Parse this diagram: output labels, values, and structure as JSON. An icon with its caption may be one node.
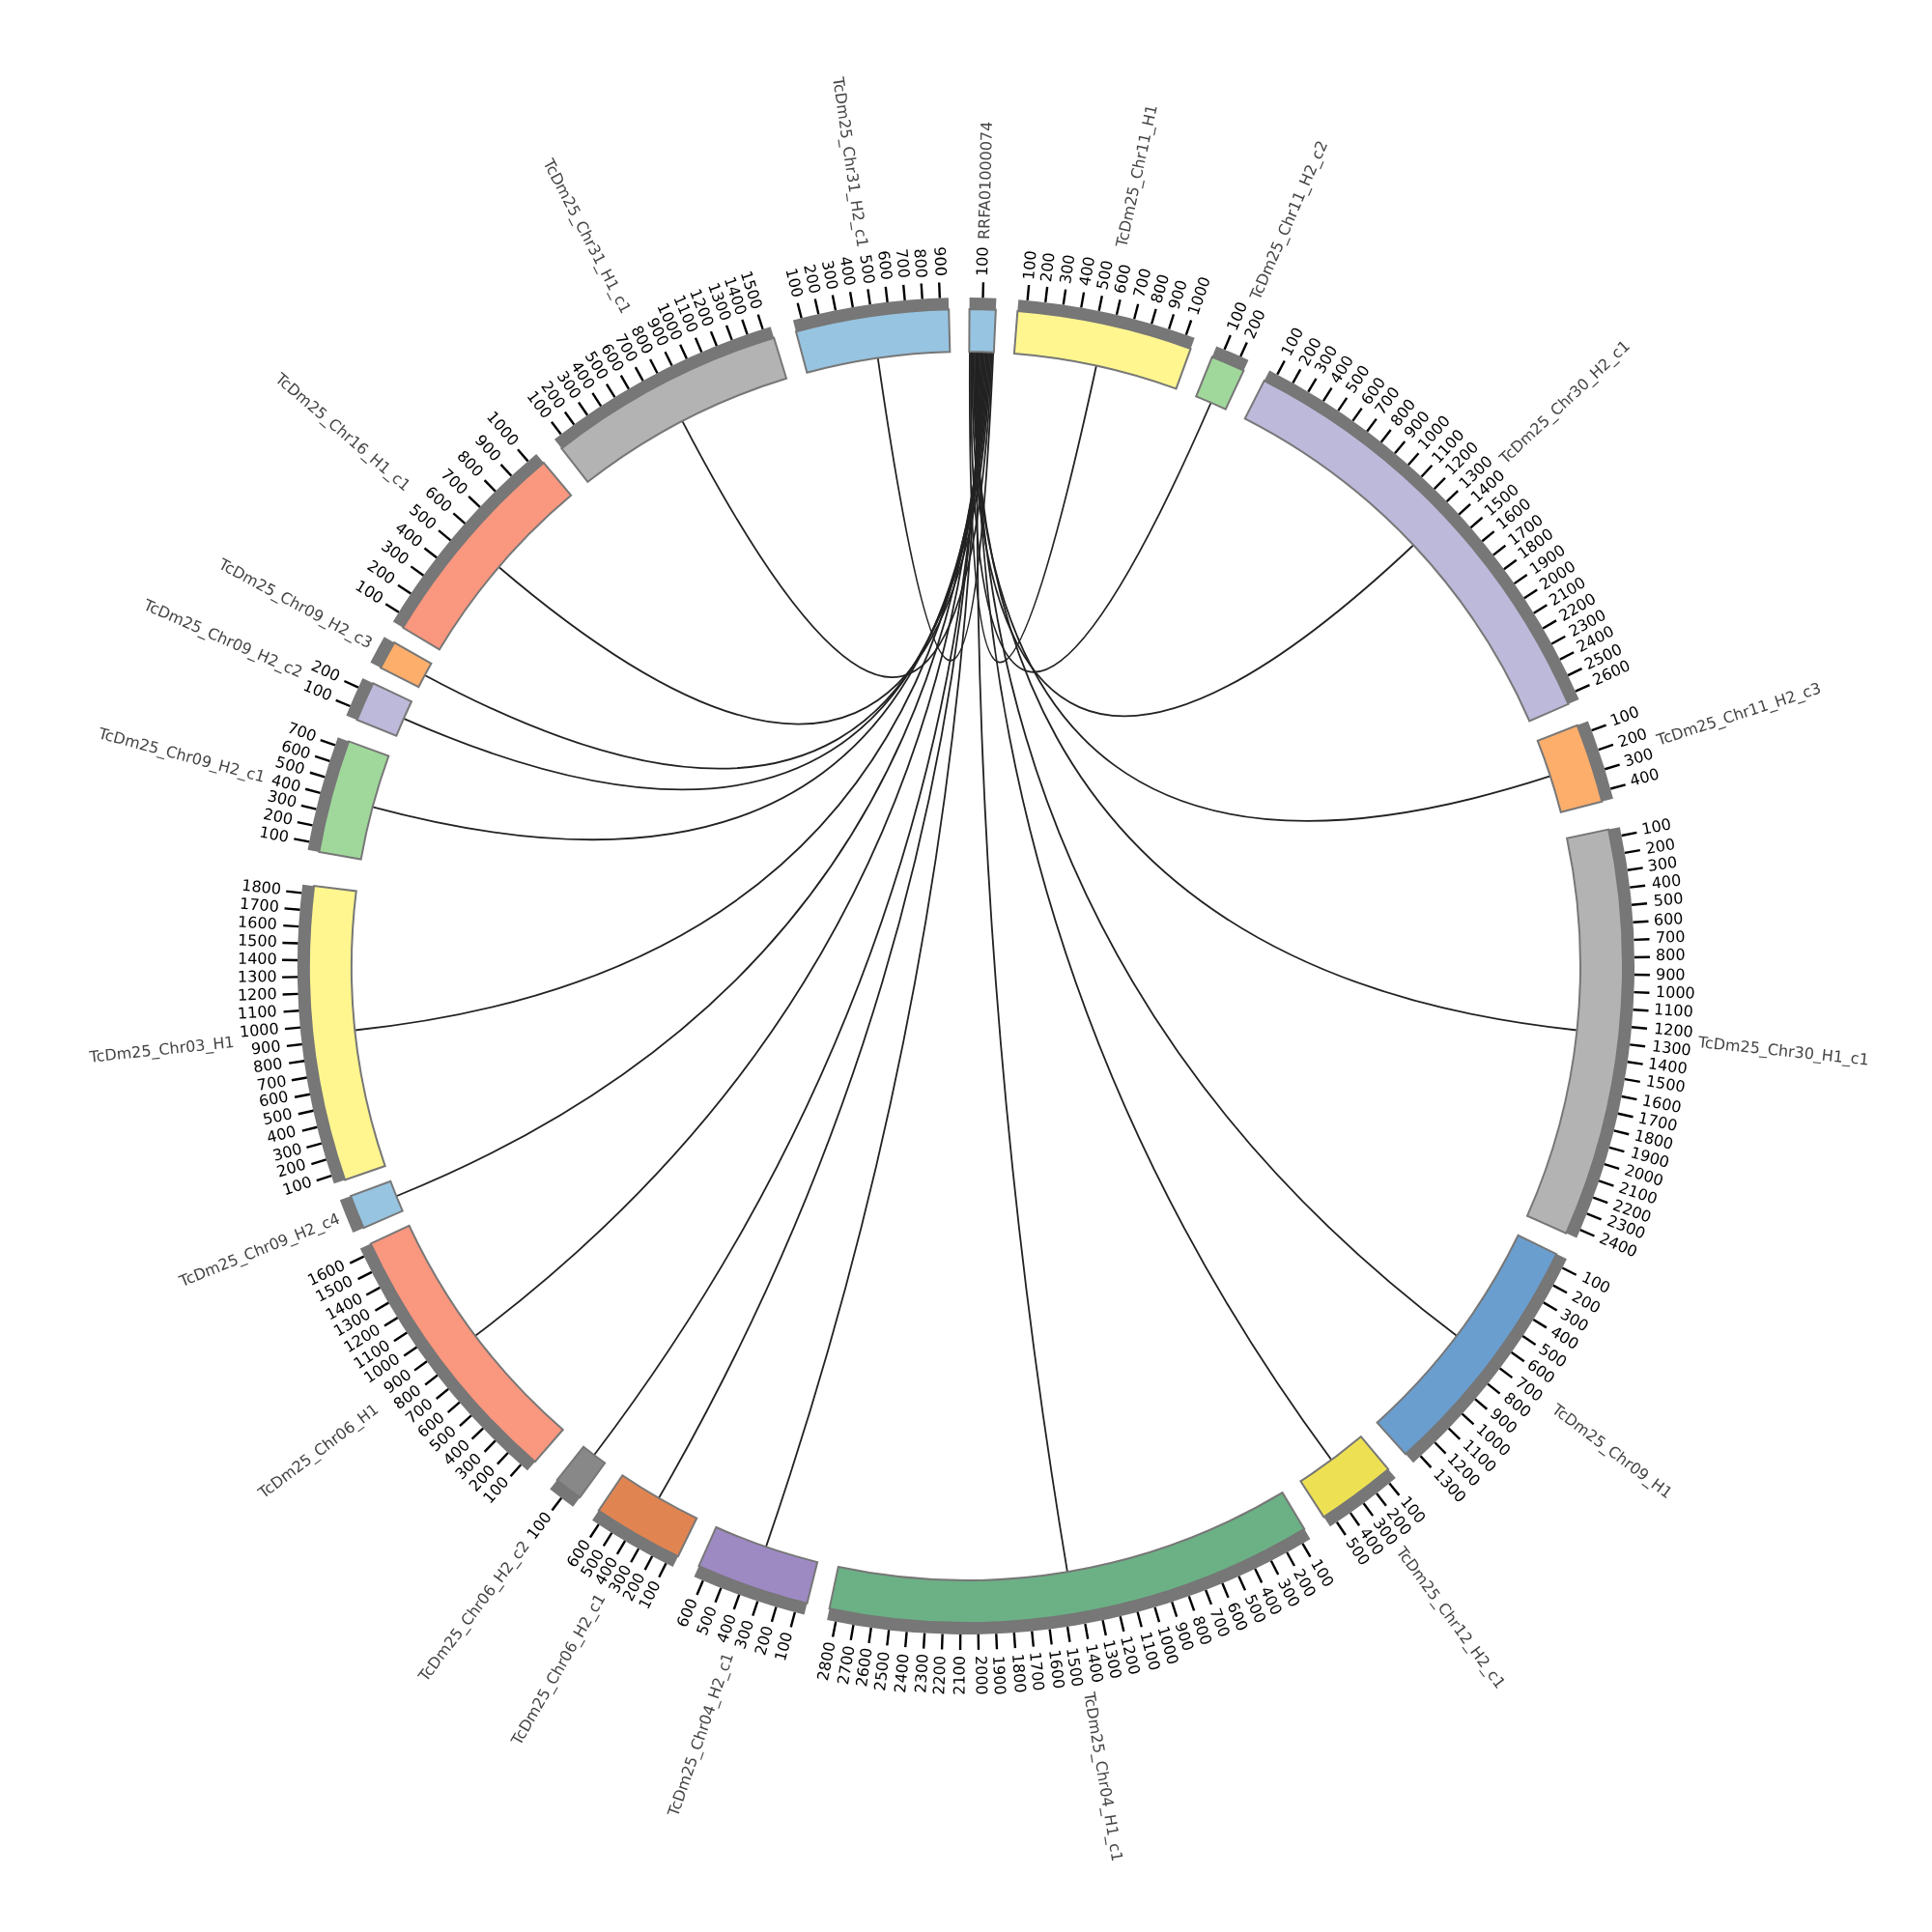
{
  "diagram": {
    "nodes": [
      {
        "text": [
          "RRFA01000074"
        ],
        "beside": [
          "100"
        ]
      },
      {
        "text": [
          "TcDm25_Chr11_H1"
        ],
        "beside": [
          "100",
          "200",
          "300",
          "400",
          "500",
          "600",
          "700",
          "800",
          "900",
          "1000"
        ]
      },
      {
        "text": [
          "TcDm25_Chr11_H2_c2"
        ],
        "beside": [
          "100",
          "200"
        ]
      },
      {
        "text": [
          "TcDm25_Chr30_H2_c1"
        ],
        "beside": [
          "100",
          "200",
          "300",
          "400",
          "500",
          "600",
          "700",
          "800",
          "900",
          "1000",
          "1100",
          "1200",
          "1300",
          "1400",
          "1500",
          "1600",
          "1700",
          "1800",
          "1900",
          "2000",
          "2100",
          "2200",
          "2300",
          "2400",
          "2500",
          "2600"
        ]
      },
      {
        "text": [
          "TcDm25_Chr11_H2_c3"
        ],
        "beside": [
          "100",
          "200",
          "300",
          "400"
        ]
      },
      {
        "text": [
          "TcDm25_Chr30_H1_c1"
        ],
        "beside": [
          "100",
          "200",
          "300",
          "400",
          "500",
          "600",
          "700",
          "800",
          "900",
          "1000",
          "1100",
          "1200",
          "1300",
          "1400",
          "1500",
          "1600",
          "1700",
          "1800",
          "1900",
          "2000",
          "2100",
          "2200",
          "2300",
          "2400"
        ]
      },
      {
        "text": [
          "TcDm25_Chr09_H1"
        ],
        "beside": [
          "100",
          "200",
          "300",
          "400",
          "500",
          "600",
          "700",
          "800",
          "900",
          "1000",
          "1100",
          "1200",
          "1300"
        ]
      },
      {
        "text": [
          "TcDm25_Chr12_H2_c1"
        ],
        "beside": [
          "100",
          "200",
          "300",
          "400",
          "500"
        ]
      },
      {
        "text": [
          "TcDm25_Chr04_H1_c1"
        ],
        "beside": [
          "100",
          "200",
          "300",
          "400",
          "500",
          "600",
          "700",
          "800",
          "900",
          "1000",
          "1100",
          "1200",
          "1300",
          "1400",
          "1500",
          "1600",
          "1700",
          "1800",
          "1900",
          "2000",
          "2100",
          "2200",
          "2300",
          "2400",
          "2500",
          "2600",
          "2700",
          "2800"
        ]
      },
      {
        "text": [
          "TcDm25_Chr04_H2_c1"
        ],
        "beside": [
          "100",
          "200",
          "300",
          "400",
          "500",
          "600"
        ]
      },
      {
        "text": [
          "TcDm25_Chr06_H2_c1"
        ],
        "beside": [
          "100",
          "200",
          "300",
          "400",
          "500",
          "600"
        ]
      },
      {
        "text": [
          "TcDm25_Chr06_H2_c2"
        ],
        "beside": [
          "100"
        ]
      },
      {
        "text": [
          "TcDm25_Chr06_H1"
        ],
        "beside": [
          "100",
          "200",
          "300",
          "400",
          "500",
          "600",
          "700",
          "800",
          "900",
          "1000",
          "1100",
          "1200",
          "1300",
          "1400",
          "1500",
          "1600"
        ]
      },
      {
        "text": [
          "TcDm25_Chr09_H2_c4"
        ]
      },
      {
        "text": [
          "TcDm25_Chr03_H1"
        ],
        "beside": [
          "100",
          "200",
          "300",
          "400",
          "500",
          "600",
          "700",
          "800",
          "900",
          "1000",
          "1100",
          "1200",
          "1300",
          "1400",
          "1500",
          "1600",
          "1700",
          "1800"
        ]
      },
      {
        "text": [
          "TcDm25_Chr09_H2_c1"
        ],
        "beside": [
          "100",
          "200",
          "300",
          "400",
          "500",
          "600",
          "700"
        ]
      },
      {
        "text": [
          "TcDm25_Chr09_H2_c2"
        ],
        "beside": [
          "100",
          "200"
        ]
      },
      {
        "text": [
          "TcDm25_Chr09_H2_c3"
        ]
      },
      {
        "text": [
          "TcDm25_Chr16_H1_c1"
        ],
        "beside": [
          "100",
          "200",
          "300",
          "400",
          "500",
          "600",
          "700",
          "800",
          "900",
          "1000"
        ]
      },
      {
        "text": [
          "TcDm25_Chr31_H1_c1"
        ],
        "beside": [
          "100",
          "200",
          "300",
          "400",
          "500",
          "600",
          "700",
          "800",
          "900",
          "1000",
          "1100",
          "1200",
          "1300",
          "1400",
          "1500"
        ]
      },
      {
        "text": [
          "TcDm25_Chr31_H2_c1"
        ],
        "beside": [
          "100",
          "200",
          "300",
          "400",
          "500",
          "600",
          "700",
          "800",
          "900"
        ]
      }
    ],
    "edges": [
      {
        "from": 0,
        "to": 1,
        "arrow": "none"
      },
      {
        "from": 0,
        "to": 2,
        "arrow": "none"
      },
      {
        "from": 0,
        "to": 3,
        "arrow": "none"
      },
      {
        "from": 0,
        "to": 4,
        "arrow": "none"
      },
      {
        "from": 0,
        "to": 5,
        "arrow": "none"
      },
      {
        "from": 0,
        "to": 6,
        "arrow": "none"
      },
      {
        "from": 0,
        "to": 7,
        "arrow": "none"
      },
      {
        "from": 0,
        "to": 8,
        "arrow": "none"
      },
      {
        "from": 0,
        "to": 9,
        "arrow": "none"
      },
      {
        "from": 0,
        "to": 10,
        "arrow": "none"
      },
      {
        "from": 0,
        "to": 11,
        "arrow": "none"
      },
      {
        "from": 0,
        "to": 12,
        "arrow": "none"
      },
      {
        "from": 0,
        "to": 13,
        "arrow": "none"
      },
      {
        "from": 0,
        "to": 14,
        "arrow": "none"
      },
      {
        "from": 0,
        "to": 15,
        "arrow": "none"
      },
      {
        "from": 0,
        "to": 16,
        "arrow": "none"
      },
      {
        "from": 0,
        "to": 17,
        "arrow": "none"
      },
      {
        "from": 0,
        "to": 18,
        "arrow": "none"
      },
      {
        "from": 0,
        "to": 19,
        "arrow": "none"
      },
      {
        "from": 0,
        "to": 20,
        "arrow": "none"
      }
    ]
  }
}
